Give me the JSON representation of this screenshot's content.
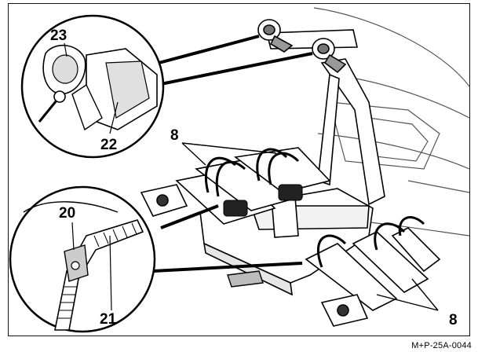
{
  "callouts": {
    "n23": "23",
    "n22": "22",
    "n8_top": "8",
    "n20": "20",
    "n21": "21",
    "n8_bottom": "8"
  },
  "reference_code": "M+P-25A-0044"
}
